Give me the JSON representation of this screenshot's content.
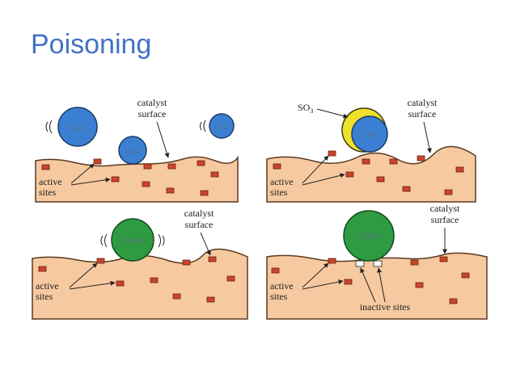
{
  "slide": {
    "title": "Poisoning"
  },
  "panels": [
    {
      "catalyst_surface_label": "catalyst surface",
      "active_sites_label": "active sites",
      "particles": [
        "CaO",
        "CaO",
        "CaO"
      ]
    },
    {
      "gas_label": "SO3",
      "catalyst_surface_label": "catalyst surface",
      "active_sites_label": "active sites",
      "particles": [
        "CaO"
      ]
    },
    {
      "catalyst_surface_label": "catalyst surface",
      "active_sites_label": "active sites",
      "particles": [
        "CaSO4"
      ]
    },
    {
      "catalyst_surface_label": "catalyst surface",
      "active_sites_label": "active sites",
      "inactive_sites_label": "inactive sites",
      "particles": [
        "CaSO4"
      ]
    }
  ],
  "colors": {
    "title": "#4472c4",
    "surface": "#f6c9a0",
    "site": "#c9452b",
    "cao_particle": "#3a7fd1",
    "caso4_particle": "#2e9b43",
    "so3_coating": "#f0e22c"
  }
}
